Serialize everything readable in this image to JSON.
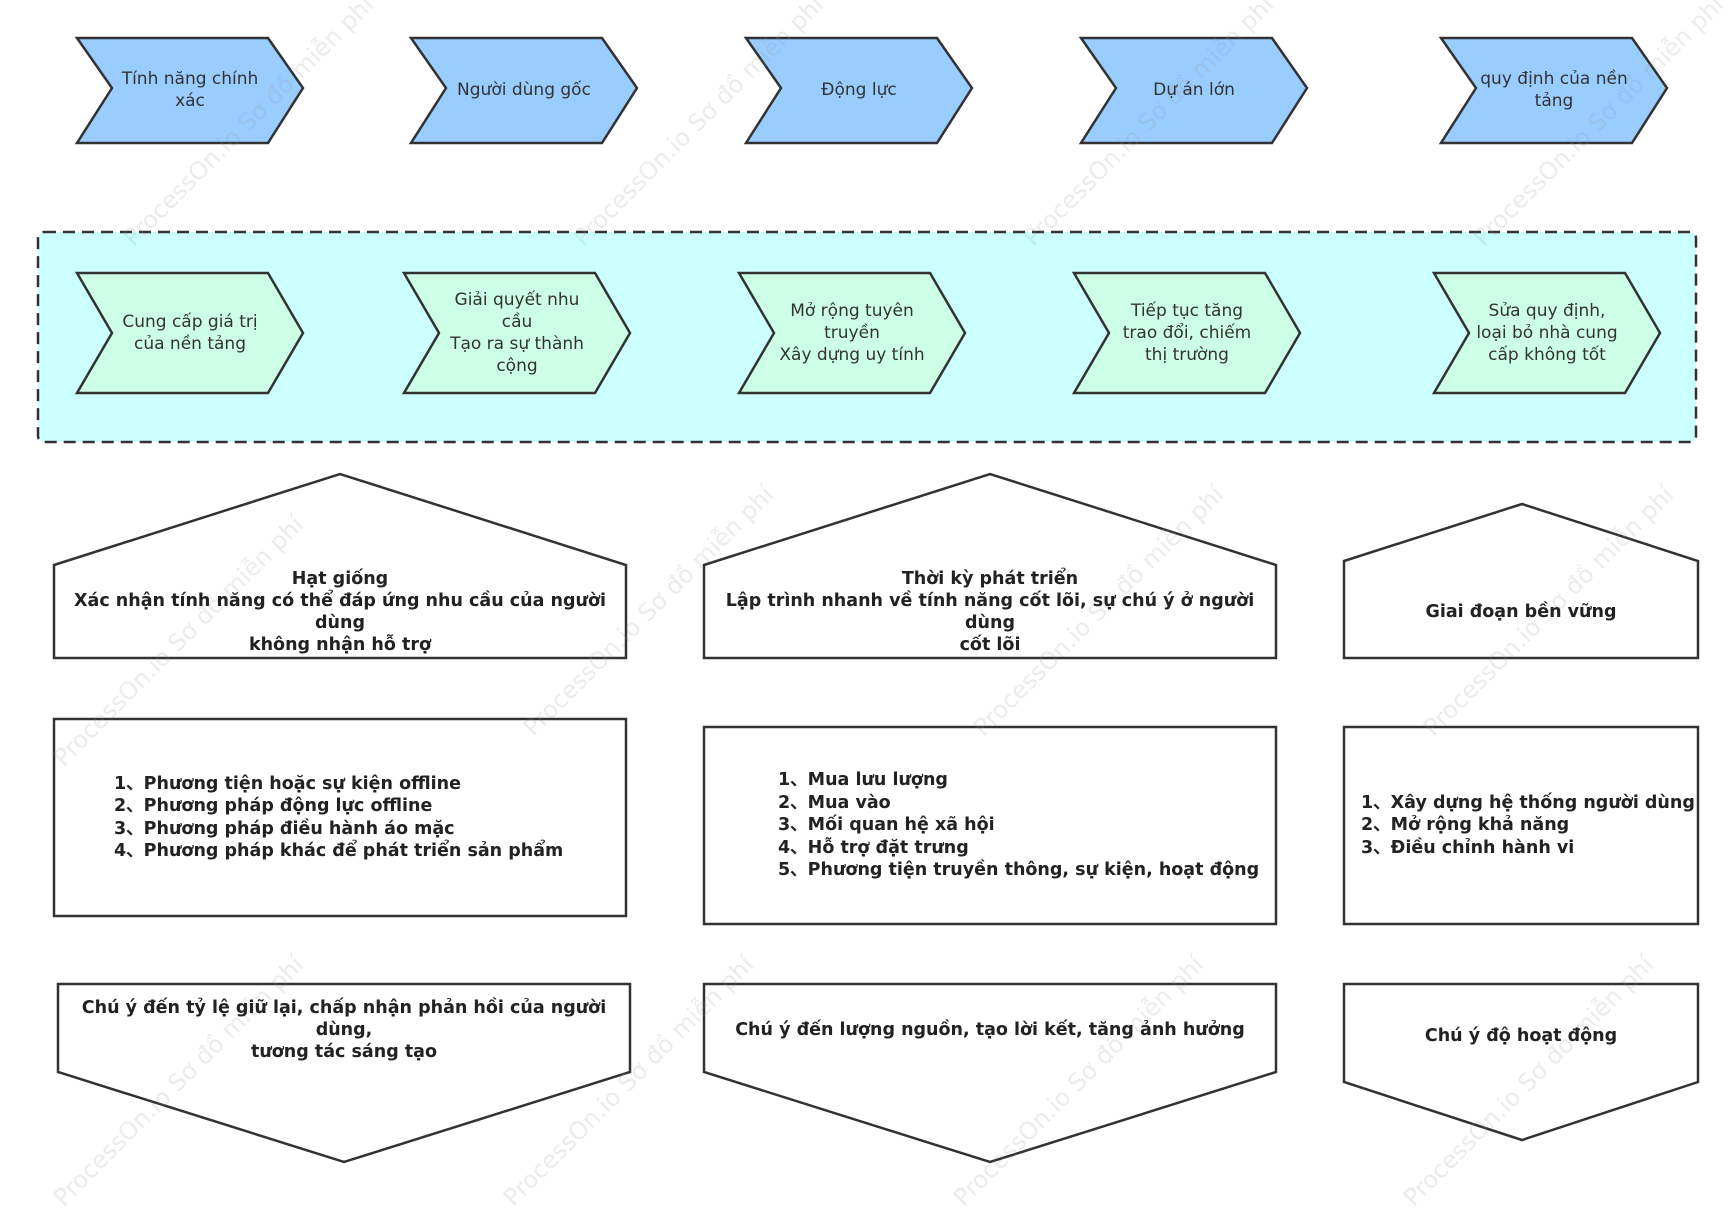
{
  "colors": {
    "top_chevron_fill": "#99ccff",
    "mid_chevron_fill": "#ccffe6",
    "band_fill": "#ccffff",
    "stroke": "#323232"
  },
  "top_chevrons": [
    {
      "label": "Tính năng chính\nxác"
    },
    {
      "label": "Người dùng gốc"
    },
    {
      "label": "Động lực"
    },
    {
      "label": "Dự án lớn"
    },
    {
      "label": "quy định của nền\ntảng"
    }
  ],
  "mid_chevrons": [
    {
      "label": "Cung cấp giá trị\ncủa nền tảng"
    },
    {
      "label": "Giải quyết nhu\ncầu\nTạo ra sự thành\ncộng"
    },
    {
      "label": "Mở rộng tuyên\ntruyền\nXây dựng uy tính"
    },
    {
      "label": "Tiếp tục tăng\ntrao đổi, chiếm\nthị trường"
    },
    {
      "label": "Sửa quy định,\nloại bỏ nhà cung\ncấp không tốt"
    }
  ],
  "stages": [
    {
      "header": "Hạt giống\nXác nhận tính năng có thể đáp ứng nhu cầu của người dùng\nkhông nhận hỗ trợ",
      "list": "1、Phương tiện hoặc sự kiện offline\n2、Phương pháp động lực offline\n3、Phương pháp điều hành áo mặc\n4、Phương pháp khác để phát triển sản phẩm",
      "footer": "Chú ý đến tỷ lệ giữ lại, chấp nhận phản hồi của người dùng,\ntương tác sáng tạo"
    },
    {
      "header": "Thời kỳ phát triển\nLập trình nhanh về tính năng cốt lõi, sự chú ý ở người dùng\ncốt lõi",
      "list": "1、Mua lưu lượng\n2、Mua vào\n3、Mối quan hệ xã hội\n4、Hỗ trợ đặt trưng\n5、Phương tiện truyền thông, sự kiện, hoạt động",
      "footer": "Chú ý đến lượng nguồn, tạo lời kết, tăng ảnh hưởng"
    },
    {
      "header": "Giai đoạn bền vững",
      "list": "1、Xây dựng hệ thống người dùng\n2、Mở rộng khả năng\n3、Điều chỉnh hành vi",
      "footer": "Chú ý độ hoạt động"
    }
  ],
  "watermark": "ProcessOn.io Sơ đồ miễn phí"
}
